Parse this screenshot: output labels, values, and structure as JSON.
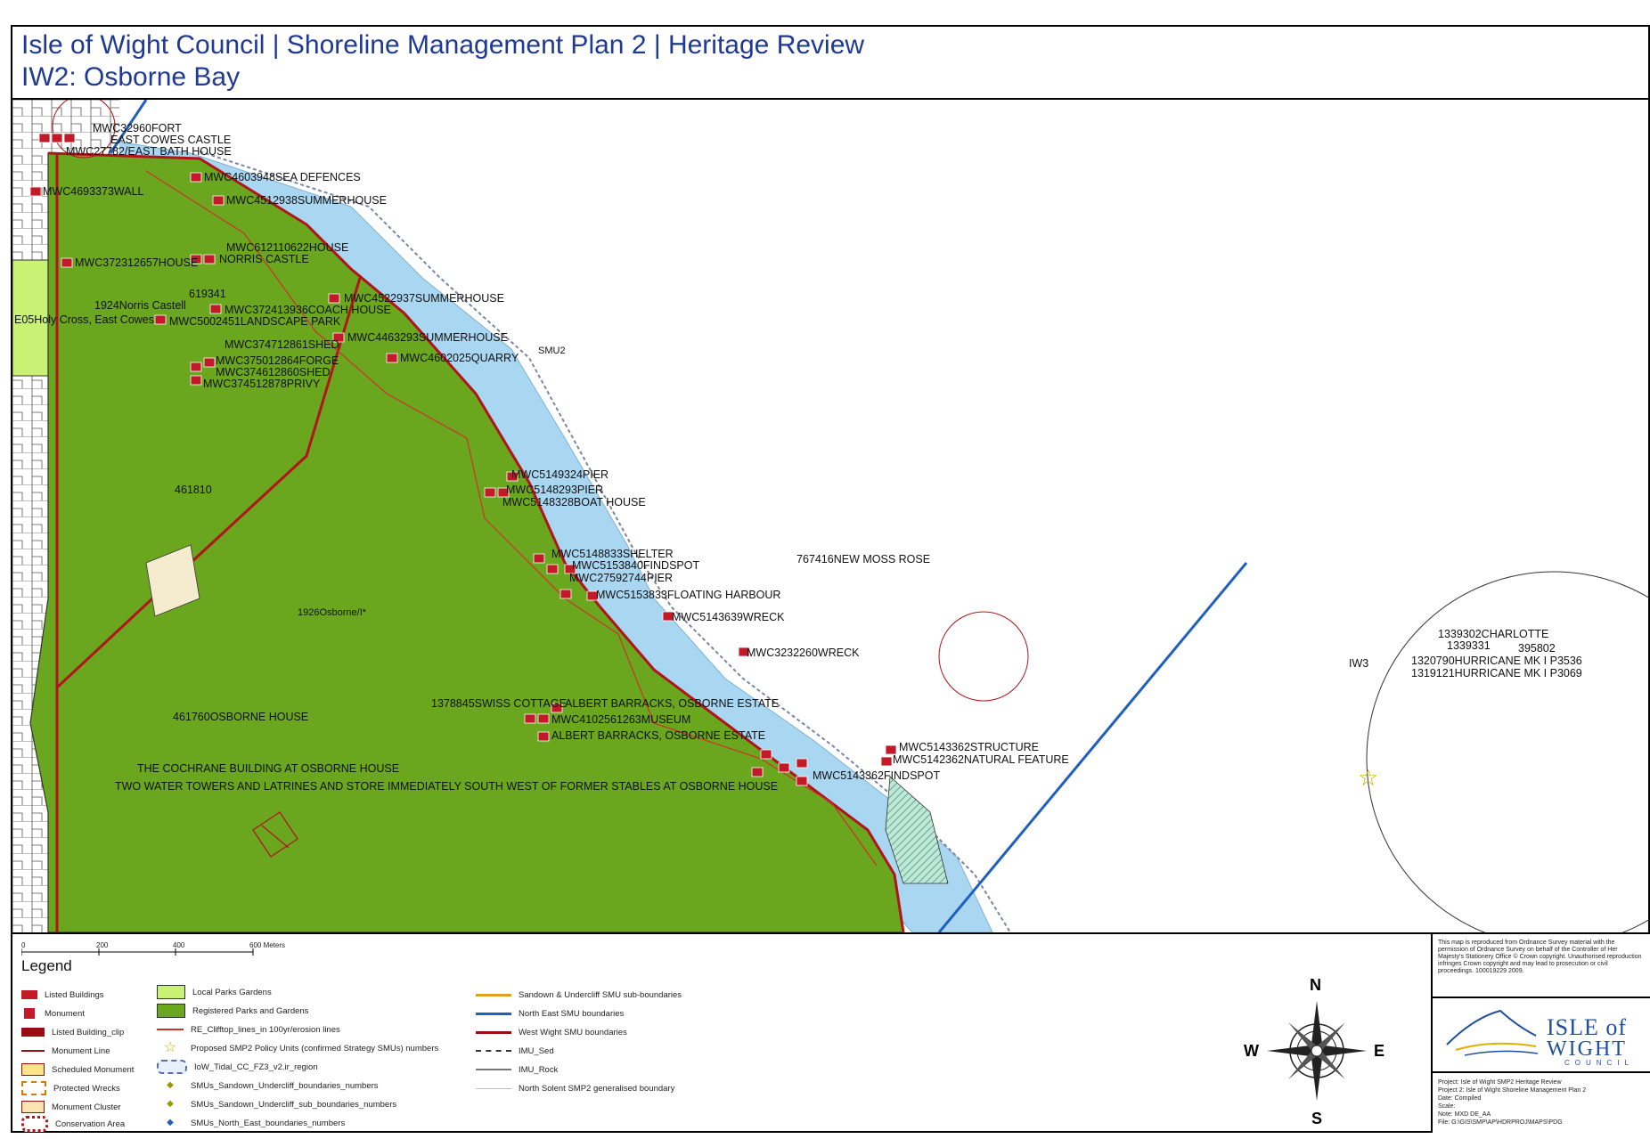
{
  "title": {
    "line1": "Isle of Wight Council | Shoreline Management Plan 2 | Heritage Review",
    "line2": "IW2: Osborne Bay"
  },
  "colors": {
    "park_green": "#6ba61f",
    "light_green": "#c9f275",
    "sea_blue": "#a9d6f0",
    "boundary_red": "#b0151c",
    "north_east_blue": "#1f5fc0",
    "building_icon": "#c31a2a"
  },
  "map_labels": {
    "mwc_fort": "MWC32960FORT",
    "east_cowes_castle": "EAST COWES CASTLE",
    "bath_house": "MWC27782/EAST BATH HOUSE",
    "sea_defences": "MWC4603948SEA DEFENCES",
    "wall": "MWC4693373WALL",
    "summerhouse1": "MWC4512938SUMMERHOUSE",
    "house_612": "MWC612110622HOUSE",
    "norris_castle": "NORRIS CASTLE",
    "house_372": "MWC372312657HOUSE",
    "num_619341": "619341",
    "norris_1924": "1924Norris Castell",
    "holy_cross": "E05Holy Cross, East Cowes",
    "coach_house": "MWC372413936COACH HOUSE",
    "landscape_park": "MWC5002451LANDSCAPE PARK",
    "summerhouse2": "MWC4522937SUMMERHOUSE",
    "shed1": "MWC374712861SHED",
    "forge": "MWC375012864FORGE",
    "shed2": "MWC374612860SHED",
    "privy": "MWC374512878PRIVY",
    "summerhouse3": "MWC4463293SUMMERHOUSE",
    "quarry": "MWC4602025QUARRY",
    "smu2": "SMU2",
    "num_461810": "461810",
    "pier1": "MWC5149324PIER",
    "pier2": "MWC5148293PIER",
    "boat_house": "MWC5148328BOAT HOUSE",
    "new_moss_rose": "767416NEW MOSS ROSE",
    "shelter": "MWC5148833SHELTER",
    "findspot1": "MWC5153840FINDSPOT",
    "pier3": "MWC27592744PIER",
    "floating_harbour": "MWC5153833FLOATING HARBOUR",
    "osborne_1926": "1926Osborne/I*",
    "wreck1": "MWC5143639WRECK",
    "wreck2": "MWC3232260WRECK",
    "charlotte": "1339302CHARLOTTE",
    "num_1339331": "1339331",
    "num_395802": "395802",
    "hurricane1": "1320790HURRICANE MK I P3536",
    "hurricane2": "1319121HURRICANE MK I P3069",
    "iw3": "IW3",
    "swiss_cottage": "1378845SWISS COTTAGE",
    "albert_barracks1": "ALBERT BARRACKS, OSBORNE ESTATE",
    "museum": "MWC4102561263MUSEUM",
    "albert_barracks2": "ALBERT BARRACKS, OSBORNE ESTATE",
    "osborne_house": "461760OSBORNE HOUSE",
    "structure": "MWC5143362STRUCTURE",
    "natural_feature": "MWC5142362NATURAL FEATURE",
    "findspot2": "MWC5143362FINDSPOT",
    "cochrane": "THE COCHRANE BUILDING AT OSBORNE HOUSE",
    "water_towers": "TWO WATER TOWERS AND LATRINES AND STORE IMMEDIATELY SOUTH WEST OF FORMER STABLES AT OSBORNE HOUSE"
  },
  "scalebar": {
    "ticks": [
      "0",
      "200",
      "400",
      "600 Meters"
    ]
  },
  "legend": {
    "title": "Legend",
    "col1": [
      {
        "label": "Listed Buildings",
        "icon": "listed-building-icon"
      },
      {
        "label": "Monument",
        "icon": "monument-icon"
      },
      {
        "label": "Listed Building_clip",
        "icon": "listed-building-clip-swatch"
      },
      {
        "label": "Monument Line",
        "icon": "monument-line-swatch"
      },
      {
        "label": "Scheduled Monument",
        "icon": "scheduled-monument-swatch"
      },
      {
        "label": "Protected Wrecks",
        "icon": "protected-wrecks-swatch"
      },
      {
        "label": "Monument Cluster",
        "icon": "monument-cluster-swatch"
      },
      {
        "label": "Conservation Area",
        "icon": "conservation-area-swatch"
      }
    ],
    "col2": [
      {
        "label": "Local Parks Gardens",
        "icon": "local-parks-swatch"
      },
      {
        "label": "Registered Parks and Gardens",
        "icon": "registered-parks-swatch"
      },
      {
        "label": "RE_Clifftop_lines_in 100yr/erosion lines",
        "icon": "erosion-line-swatch"
      },
      {
        "label": "Proposed SMP2 Policy Units (confirmed Strategy SMUs) numbers",
        "icon": "star-icon"
      },
      {
        "label": "IoW_Tidal_CC_FZ3_v2.ir_region",
        "icon": "tidal-flood-swatch"
      },
      {
        "label": "SMUs_Sandown_Undercliff_boundaries_numbers",
        "icon": "dot-icon"
      },
      {
        "label": "SMUs_Sandown_Undercliff_sub_boundaries_numbers",
        "icon": "dot-icon"
      },
      {
        "label": "SMUs_North_East_boundaries_numbers",
        "icon": "dot-icon"
      }
    ],
    "col3": [
      {
        "label": "Sandown & Undercliff SMU sub-boundaries",
        "icon": "orange-line-swatch"
      },
      {
        "label": "North East SMU boundaries",
        "icon": "blue-line-swatch"
      },
      {
        "label": "West Wight SMU boundaries",
        "icon": "red-line-swatch"
      },
      {
        "label": "IMU_Sed",
        "icon": "dashed-line-swatch"
      },
      {
        "label": "IMU_Rock",
        "icon": "grey-line-swatch"
      },
      {
        "label": "North Solent SMP2 generalised boundary",
        "icon": "light-line-swatch"
      }
    ]
  },
  "compass": {
    "n": "N",
    "s": "S",
    "e": "E",
    "w": "W"
  },
  "info": {
    "copyright": "This map is reproduced from Ordnance Survey material with the permission of Ordnance Survey on behalf of the Controller of Her Majesty's Stationery Office © Crown copyright. Unauthorised reproduction infringes Crown copyright and may lead to prosecution or civil proceedings. 100019229 2009.",
    "logo_line1": "ISLE of",
    "logo_line2": "WIGHT",
    "logo_line3": "COUNCIL",
    "project": "Project:  Isle of Wight SMP2 Heritage Review",
    "project2": "Project 2:  Isle of Wight Shoreline Management Plan 2",
    "date": "Date:  Compiled",
    "scale": "Scale:",
    "note": "Note:  MXD DE_AA",
    "file": "File:  G:\\GIS\\SMP\\AP\\HDRPROJ\\MAPS\\PDG"
  }
}
